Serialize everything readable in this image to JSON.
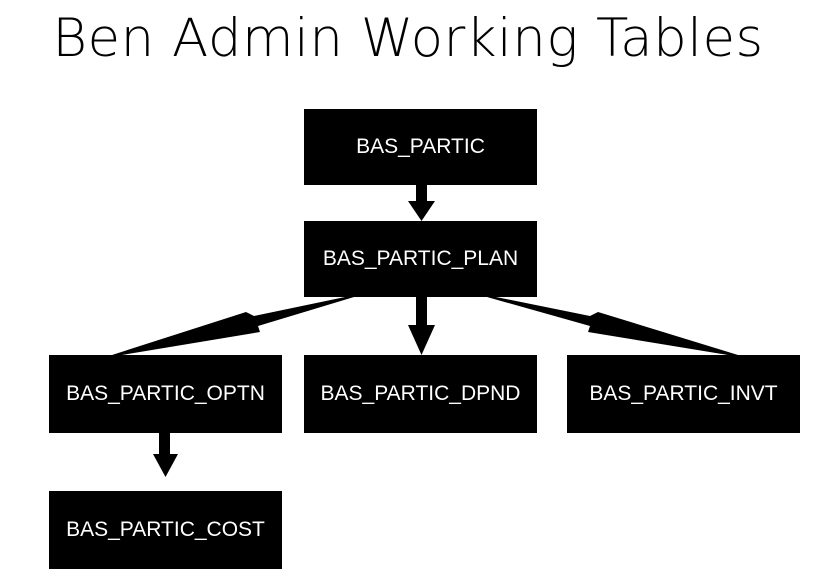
{
  "title": "Ben Admin Working Tables",
  "colors": {
    "node_fill": "#000000",
    "node_text": "#ffffff",
    "connector": "#000000",
    "background": "#ffffff"
  },
  "nodes": {
    "partic": {
      "label": "BAS_PARTIC"
    },
    "plan": {
      "label": "BAS_PARTIC_PLAN"
    },
    "optn": {
      "label": "BAS_PARTIC_OPTN"
    },
    "dpnd": {
      "label": "BAS_PARTIC_DPND"
    },
    "invt": {
      "label": "BAS_PARTIC_INVT"
    },
    "cost": {
      "label": "BAS_PARTIC_COST"
    }
  },
  "edges": [
    {
      "from": "BAS_PARTIC",
      "to": "BAS_PARTIC_PLAN"
    },
    {
      "from": "BAS_PARTIC_PLAN",
      "to": "BAS_PARTIC_OPTN"
    },
    {
      "from": "BAS_PARTIC_PLAN",
      "to": "BAS_PARTIC_DPND"
    },
    {
      "from": "BAS_PARTIC_PLAN",
      "to": "BAS_PARTIC_INVT"
    },
    {
      "from": "BAS_PARTIC_OPTN",
      "to": "BAS_PARTIC_COST"
    }
  ]
}
